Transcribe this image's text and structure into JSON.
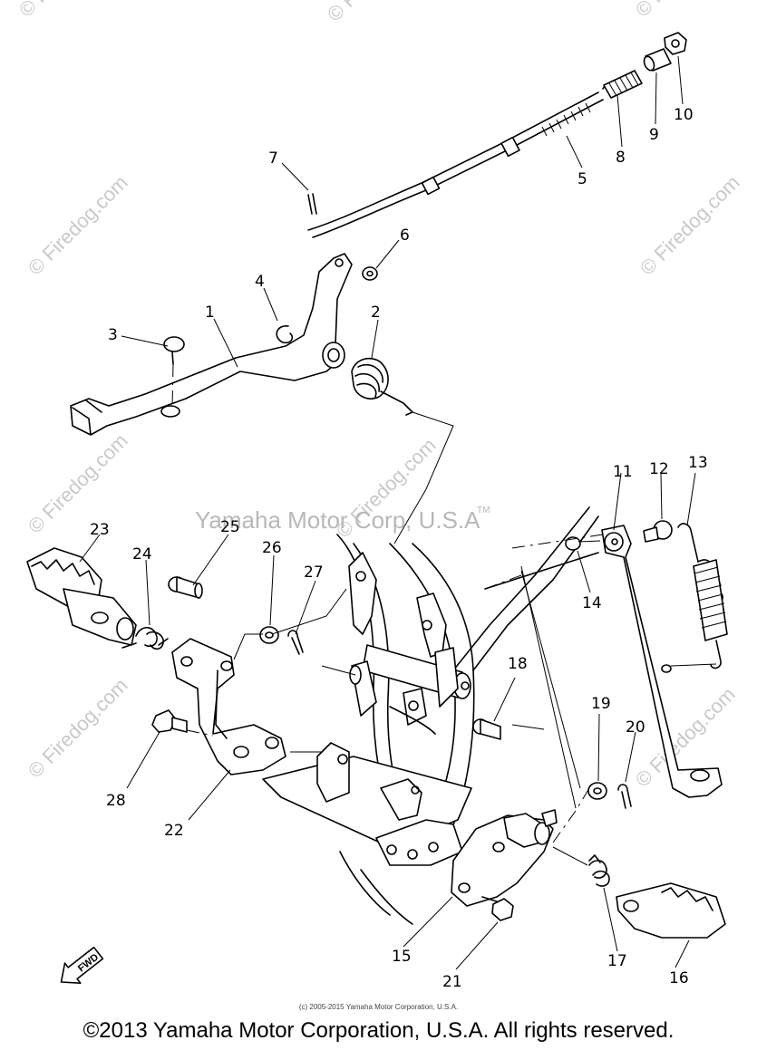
{
  "watermarks": {
    "site": "© Firedog.com",
    "center": "Yamaha Motor Corp, U.S.A",
    "tm": "TM"
  },
  "part_labels": [
    "1",
    "2",
    "3",
    "4",
    "5",
    "6",
    "7",
    "8",
    "9",
    "10",
    "11",
    "12",
    "13",
    "14",
    "15",
    "16",
    "17",
    "18",
    "19",
    "20",
    "21",
    "22",
    "23",
    "24",
    "25",
    "26",
    "27",
    "28"
  ],
  "fwd_label": "FWD",
  "small_copyright": "(c) 2005-2015 Yamaha Motor Corporation, U.S.A.",
  "main_copyright": "©2013 Yamaha Motor Corporation, U.S.A. All rights reserved."
}
